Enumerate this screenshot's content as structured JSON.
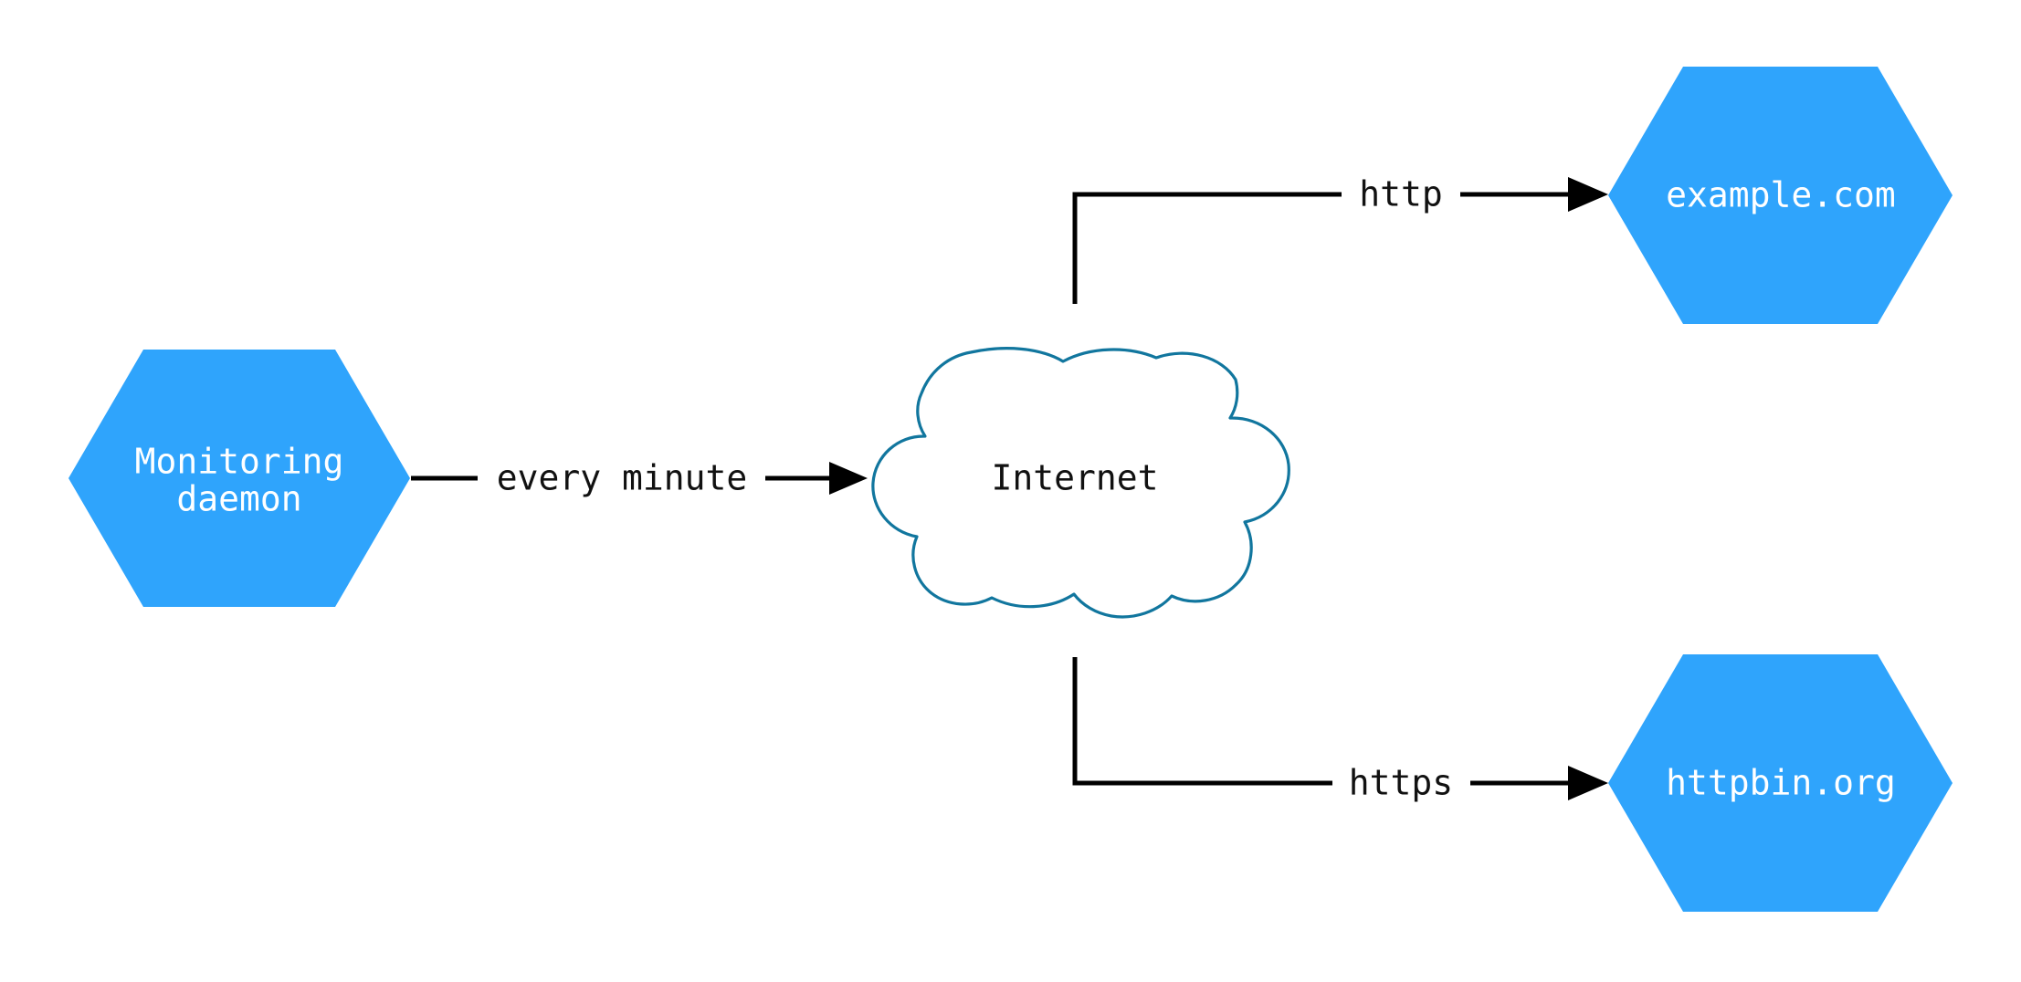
{
  "diagram": {
    "title": "Monitoring daemon network diagram",
    "background_color": "#ffffff",
    "palette": {
      "node_fill": "#2fa4fc",
      "node_text": "#ffffff",
      "cloud_stroke": "#11769e",
      "cloud_fill": "#ffffff",
      "edge_stroke": "#000000",
      "edge_text": "#111111"
    },
    "nodes": [
      {
        "id": "monitoring-daemon",
        "shape": "hexagon",
        "lines": [
          "Monitoring",
          "daemon"
        ],
        "text_color": "#ffffff",
        "fill": "#2fa4fc"
      },
      {
        "id": "internet",
        "shape": "cloud",
        "lines": [
          "Internet"
        ],
        "text_color": "#111111",
        "fill": "#ffffff",
        "stroke": "#11769e"
      },
      {
        "id": "example-com",
        "shape": "hexagon",
        "lines": [
          "example.com"
        ],
        "text_color": "#ffffff",
        "fill": "#2fa4fc"
      },
      {
        "id": "httpbin-org",
        "shape": "hexagon",
        "lines": [
          "httpbin.org"
        ],
        "text_color": "#ffffff",
        "fill": "#2fa4fc"
      }
    ],
    "edges": [
      {
        "id": "daemon-to-internet",
        "from": "monitoring-daemon",
        "to": "internet",
        "label": "every minute",
        "style": "straight",
        "arrow": "end"
      },
      {
        "id": "internet-to-example",
        "from": "internet",
        "to": "example-com",
        "label": "http",
        "style": "elbow-up",
        "arrow": "end"
      },
      {
        "id": "internet-to-httpbin",
        "from": "internet",
        "to": "httpbin-org",
        "label": "https",
        "style": "elbow-down",
        "arrow": "end"
      }
    ]
  }
}
